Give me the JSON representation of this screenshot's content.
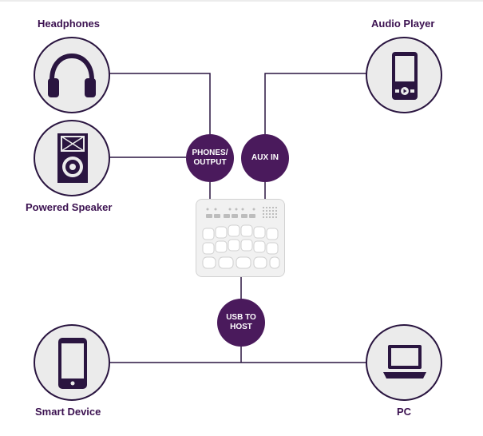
{
  "labels": {
    "headphones": "Headphones",
    "audio_player": "Audio Player",
    "powered_speaker": "Powered Speaker",
    "smart_device": "Smart Device",
    "pc": "PC"
  },
  "badges": {
    "phones_output": "PHONES/ OUTPUT",
    "aux_in": "AUX IN",
    "usb_to_host": "USB TO HOST"
  },
  "colors": {
    "accent": "#4a1a5c",
    "label": "#3b1150",
    "node_fill": "#ebebeb",
    "line": "#2a1540"
  },
  "icons": {
    "headphones": "headphones-icon",
    "audio_player": "audio-player-icon",
    "powered_speaker": "speaker-icon",
    "smart_device": "smartphone-icon",
    "pc": "laptop-icon",
    "center": "controller-device"
  }
}
